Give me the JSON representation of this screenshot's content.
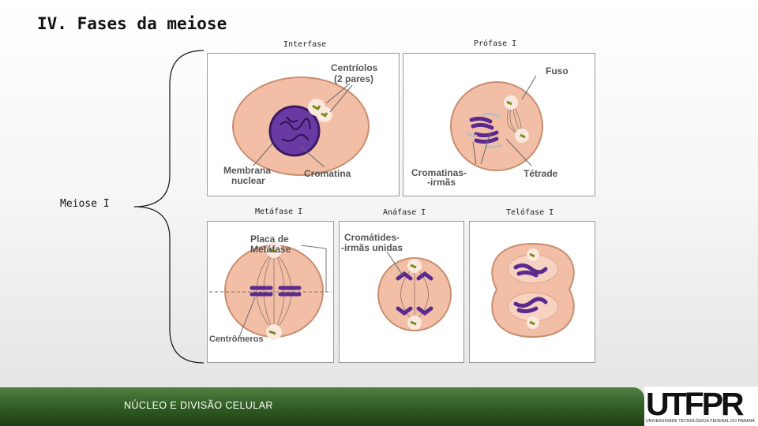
{
  "slide": {
    "title": "IV. Fases da meiose",
    "group_label": "Meiose I"
  },
  "phases": [
    {
      "label": "Interfase",
      "annotations": [
        "Centríolos",
        "(2 pares)",
        "Membrana",
        "nuclear",
        "Cromatina"
      ]
    },
    {
      "label": "Prófase I",
      "annotations": [
        "Fuso",
        "Cromatinas-",
        "-irmãs",
        "Tétrade"
      ]
    },
    {
      "label": "Metáfase I",
      "annotations": [
        "Placa de",
        "Metáfase",
        "Centrômeros"
      ]
    },
    {
      "label": "Anáfase I",
      "annotations": [
        "Cromátides-",
        "-irmãs unidas"
      ]
    },
    {
      "label": "Telófase I",
      "annotations": []
    }
  ],
  "footer": {
    "text": "NÚCLEO E DIVISÃO CELULAR"
  },
  "logo": {
    "text": "UTFPR",
    "subtitle": "UNIVERSIDADE TECNOLÓGICA FEDERAL DO PARANÁ"
  },
  "colors": {
    "cell": "#f2bfa6",
    "cell_border": "#c98d70",
    "chromosome": "#5b2a8f",
    "footer": "#3f6b33"
  }
}
